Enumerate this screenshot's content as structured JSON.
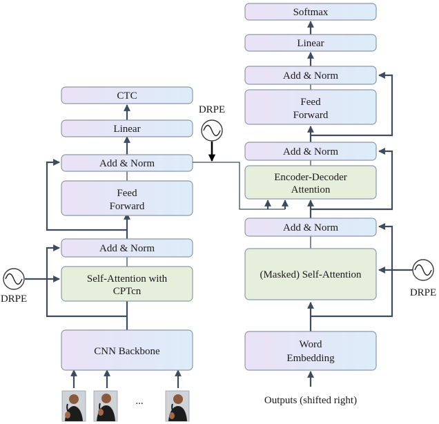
{
  "encoder": {
    "ctc": "CTC",
    "linear": "Linear",
    "add_norm_top": "Add & Norm",
    "feed_forward_line1": "Feed",
    "feed_forward_line2": "Forward",
    "add_norm_bottom": "Add & Norm",
    "self_attention_line1": "Self-Attention with",
    "self_attention_line2": "CPTcn",
    "cnn_backbone": "CNN Backbone",
    "frames_ellipsis": "..."
  },
  "decoder": {
    "softmax": "Softmax",
    "linear": "Linear",
    "add_norm_top": "Add & Norm",
    "feed_forward_line1": "Feed",
    "feed_forward_line2": "Forward",
    "add_norm_mid": "Add & Norm",
    "enc_dec_attention_line1": "Encoder-Decoder",
    "enc_dec_attention_line2": "Attention",
    "add_norm_bottom": "Add & Norm",
    "masked_self_attention": "(Masked) Self-Attention",
    "word_embedding_line1": "Word",
    "word_embedding_line2": "Embedding",
    "outputs": "Outputs (shifted right)"
  },
  "drpe": {
    "left": "DRPE",
    "middle": "DRPE",
    "right": "DRPE"
  }
}
